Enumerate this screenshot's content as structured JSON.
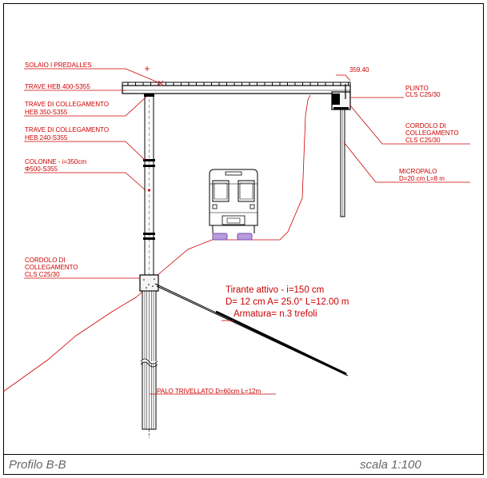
{
  "title_block": {
    "left": "Profilo B-B",
    "right": "scala 1:100"
  },
  "labels": {
    "elevation": "359.40",
    "solaio": "SOLAIO I PREDALLES",
    "trave_heb400": "TRAVE HEB 400-S355",
    "trave_coll_350_l1": "TRAVE DI COLLEGAMENTO",
    "trave_coll_350_l2": "HEB 350-S355",
    "trave_coll_240_l1": "TRAVE DI COLLEGAMENTO",
    "trave_coll_240_l2": "HEB 240-S355",
    "colonne_l1": "COLONNE - i=350cm",
    "colonne_l2": "Φ500-S355",
    "cordolo_left_l1": "CORDOLO DI",
    "cordolo_left_l2": "COLLEGAMENTO",
    "cordolo_left_l3": "CLS C25/30",
    "plinto_l1": "PLINTO",
    "plinto_l2": "CLS C25/30",
    "cordolo_right_l1": "CORDOLO DI",
    "cordolo_right_l2": "COLLEGAMENTO",
    "cordolo_right_l3": "CLS C25/30",
    "micropalo_l1": "MICROPALO",
    "micropalo_l2": "D=20 cm L=8 m",
    "tirante_l1": "Tirante attivo - i=150 cm",
    "tirante_l2": "D= 12 cm  A= 25.0°  L=12.00 m",
    "tirante_l3": "Armatura= n.3 trefoli",
    "palo": "PALO TRIVELLATO D=60cm L=12m"
  },
  "colors": {
    "annotation": "#cc0000",
    "structure": "#000000",
    "train_wheels": "#9966cc",
    "title_text": "#666666"
  }
}
